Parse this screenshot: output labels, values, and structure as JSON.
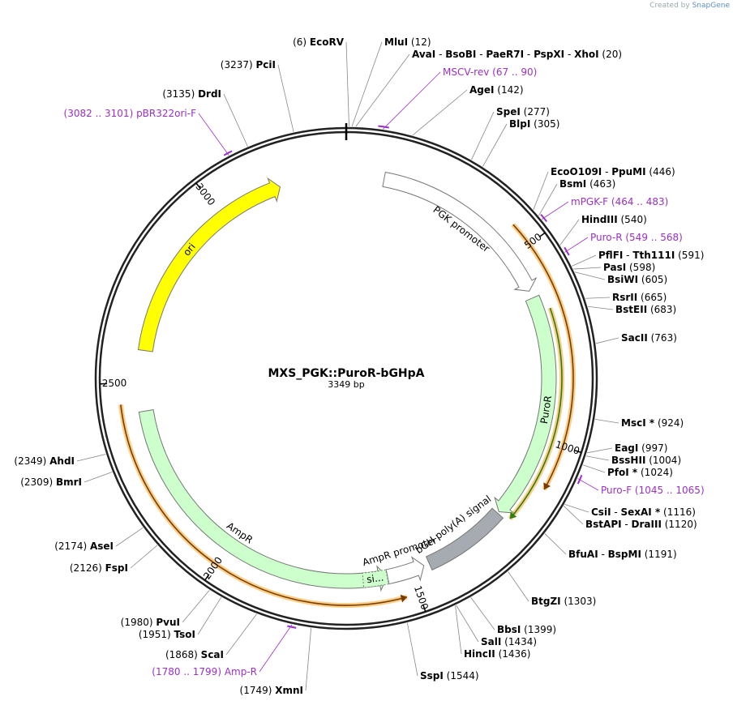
{
  "credit": {
    "prefix": "Created by",
    "brand": "SnapGene"
  },
  "plasmid": {
    "name": "MXS_PGK::PuroR-bGHpA",
    "length": 3349,
    "size_label": "3349 bp"
  },
  "ticks": [
    {
      "bp": 500,
      "label": "500"
    },
    {
      "bp": 1000,
      "label": "1000"
    },
    {
      "bp": 1500,
      "label": "1500"
    },
    {
      "bp": 2000,
      "label": "2000"
    },
    {
      "bp": 2500,
      "label": "2500"
    },
    {
      "bp": 3000,
      "label": "3000"
    }
  ],
  "features": [
    {
      "name": "PGK promoter",
      "start": 100,
      "end": 600,
      "direction": "forward",
      "color": "#ffffff",
      "label": "PGK promoter"
    },
    {
      "name": "PuroR",
      "start": 620,
      "end": 1220,
      "direction": "forward",
      "color": "#ccffcc",
      "label": "PuroR"
    },
    {
      "name": "bGH poly(A) signal",
      "start": 1225,
      "end": 1450,
      "direction": "none",
      "color": "#a5abb0",
      "label": "bGH poly(A) signal"
    },
    {
      "name": "AmpR promoter",
      "start": 1465,
      "end": 1565,
      "direction": "reverse",
      "color": "#ffffff",
      "label": "AmpR promoter"
    },
    {
      "name": "AmpR",
      "start": 1566,
      "end": 2426,
      "direction": "reverse",
      "color": "#ccffcc",
      "label": "AmpR"
    },
    {
      "name": "AmpR signal",
      "start": 1566,
      "end": 1630,
      "direction": "none",
      "color": "#ccffcc",
      "label": "si..."
    },
    {
      "name": "ori",
      "start": 2585,
      "end": 3172,
      "direction": "forward",
      "color": "#ffff00",
      "label": "ori"
    }
  ],
  "orfs": [
    {
      "start": 440,
      "end": 1110,
      "direction": "forward"
    },
    {
      "start": 660,
      "end": 1215,
      "direction": "forward"
    },
    {
      "start": 1530,
      "end": 2450,
      "direction": "reverse"
    }
  ],
  "primer_marks": [
    {
      "name": "MSCV-rev",
      "start": 67,
      "end": 90
    },
    {
      "name": "mPGK-F",
      "start": 464,
      "end": 483
    },
    {
      "name": "Puro-R",
      "start": 549,
      "end": 568
    },
    {
      "name": "Puro-F",
      "start": 1045,
      "end": 1065
    },
    {
      "name": "Amp-R",
      "start": 1780,
      "end": 1799
    },
    {
      "name": "pBR322ori-F",
      "start": 3082,
      "end": 3101
    }
  ],
  "labels": [
    {
      "type": "enzyme",
      "text": "EcoRV",
      "pos": "(6)",
      "bp": 6,
      "anchor": "end",
      "parts": [
        "EcoRV"
      ]
    },
    {
      "type": "enzyme",
      "text": "MluI",
      "pos": "(12)",
      "bp": 12,
      "anchor": "start",
      "parts": [
        "MluI"
      ]
    },
    {
      "type": "enzyme",
      "text": "AvaI - BsoBI - PaeR7I - PspXI - XhoI",
      "pos": "(20)",
      "bp": 20,
      "anchor": "start",
      "parts": [
        "AvaI",
        "BsoBI",
        "PaeR7I",
        "PspXI",
        "XhoI"
      ]
    },
    {
      "type": "primer",
      "text": "MSCV-rev",
      "pos": "(67 .. 90)",
      "bp": 78,
      "anchor": "start",
      "parts": [
        "MSCV-rev"
      ]
    },
    {
      "type": "enzyme",
      "text": "AgeI",
      "pos": "(142)",
      "bp": 142,
      "anchor": "start",
      "parts": [
        "AgeI"
      ]
    },
    {
      "type": "enzyme",
      "text": "SpeI",
      "pos": "(277)",
      "bp": 277,
      "anchor": "start",
      "parts": [
        "SpeI"
      ]
    },
    {
      "type": "enzyme",
      "text": "BlpI",
      "pos": "(305)",
      "bp": 305,
      "anchor": "start",
      "parts": [
        "BlpI"
      ]
    },
    {
      "type": "enzyme",
      "text": "EcoO109I - PpuMI",
      "pos": "(446)",
      "bp": 446,
      "anchor": "start",
      "parts": [
        "EcoO109I",
        "PpuMI"
      ]
    },
    {
      "type": "enzyme",
      "text": "BsmI",
      "pos": "(463)",
      "bp": 463,
      "anchor": "start",
      "parts": [
        "BsmI"
      ]
    },
    {
      "type": "primer",
      "text": "mPGK-F",
      "pos": "(464 .. 483)",
      "bp": 473,
      "anchor": "start",
      "parts": [
        "mPGK-F"
      ]
    },
    {
      "type": "enzyme",
      "text": "HindIII",
      "pos": "(540)",
      "bp": 540,
      "anchor": "start",
      "parts": [
        "HindIII"
      ]
    },
    {
      "type": "primer",
      "text": "Puro-R",
      "pos": "(549 .. 568)",
      "bp": 558,
      "anchor": "start",
      "parts": [
        "Puro-R"
      ]
    },
    {
      "type": "enzyme",
      "text": "PflFI - Tth111I",
      "pos": "(591)",
      "bp": 591,
      "anchor": "start",
      "parts": [
        "PflFI",
        "Tth111I"
      ]
    },
    {
      "type": "enzyme",
      "text": "PasI",
      "pos": "(598)",
      "bp": 598,
      "anchor": "start",
      "parts": [
        "PasI"
      ]
    },
    {
      "type": "enzyme",
      "text": "BsiWI",
      "pos": "(605)",
      "bp": 605,
      "anchor": "start",
      "parts": [
        "BsiWI"
      ]
    },
    {
      "type": "enzyme",
      "text": "RsrII",
      "pos": "(665)",
      "bp": 665,
      "anchor": "start",
      "parts": [
        "RsrII"
      ]
    },
    {
      "type": "enzyme",
      "text": "BstEII",
      "pos": "(683)",
      "bp": 683,
      "anchor": "start",
      "parts": [
        "BstEII"
      ]
    },
    {
      "type": "enzyme",
      "text": "SacII",
      "pos": "(763)",
      "bp": 763,
      "anchor": "start",
      "parts": [
        "SacII"
      ]
    },
    {
      "type": "enzyme",
      "text": "MscI *",
      "pos": "(924)",
      "bp": 924,
      "anchor": "start",
      "parts": [
        "MscI *"
      ]
    },
    {
      "type": "enzyme",
      "text": "EagI",
      "pos": "(997)",
      "bp": 997,
      "anchor": "start",
      "parts": [
        "EagI"
      ]
    },
    {
      "type": "enzyme",
      "text": "BssHII",
      "pos": "(1004)",
      "bp": 1004,
      "anchor": "start",
      "parts": [
        "BssHII"
      ]
    },
    {
      "type": "enzyme",
      "text": "PfoI *",
      "pos": "(1024)",
      "bp": 1024,
      "anchor": "start",
      "parts": [
        "PfoI *"
      ]
    },
    {
      "type": "primer",
      "text": "Puro-F",
      "pos": "(1045 .. 1065)",
      "bp": 1055,
      "anchor": "start",
      "parts": [
        "Puro-F"
      ]
    },
    {
      "type": "enzyme",
      "text": "CsiI - SexAI *",
      "pos": "(1116)",
      "bp": 1116,
      "anchor": "start",
      "parts": [
        "CsiI",
        "SexAI *"
      ]
    },
    {
      "type": "enzyme",
      "text": "BstAPI - DraIII",
      "pos": "(1120)",
      "bp": 1120,
      "anchor": "start",
      "parts": [
        "BstAPI",
        "DraIII"
      ]
    },
    {
      "type": "enzyme",
      "text": "BfuAI - BspMI",
      "pos": "(1191)",
      "bp": 1191,
      "anchor": "start",
      "parts": [
        "BfuAI",
        "BspMI"
      ]
    },
    {
      "type": "enzyme",
      "text": "BtgZI",
      "pos": "(1303)",
      "bp": 1303,
      "anchor": "start",
      "parts": [
        "BtgZI"
      ]
    },
    {
      "type": "enzyme",
      "text": "BbsI",
      "pos": "(1399)",
      "bp": 1399,
      "anchor": "start",
      "parts": [
        "BbsI"
      ]
    },
    {
      "type": "enzyme",
      "text": "SalI",
      "pos": "(1434)",
      "bp": 1434,
      "anchor": "start",
      "parts": [
        "SalI"
      ]
    },
    {
      "type": "enzyme",
      "text": "HincII",
      "pos": "(1436)",
      "bp": 1436,
      "anchor": "start",
      "parts": [
        "HincII"
      ]
    },
    {
      "type": "enzyme",
      "text": "SspI",
      "pos": "(1544)",
      "bp": 1544,
      "anchor": "start",
      "parts": [
        "SspI"
      ]
    },
    {
      "type": "enzyme",
      "text": "XmnI",
      "pos": "(1749)",
      "bp": 1749,
      "anchor": "end",
      "parts": [
        "XmnI"
      ]
    },
    {
      "type": "primer",
      "text": "Amp-R",
      "pos": "(1780 .. 1799)",
      "bp": 1790,
      "anchor": "end",
      "parts": [
        "Amp-R"
      ]
    },
    {
      "type": "enzyme",
      "text": "ScaI",
      "pos": "(1868)",
      "bp": 1868,
      "anchor": "end",
      "parts": [
        "ScaI"
      ]
    },
    {
      "type": "enzyme",
      "text": "TsoI",
      "pos": "(1951)",
      "bp": 1951,
      "anchor": "end",
      "parts": [
        "TsoI"
      ]
    },
    {
      "type": "enzyme",
      "text": "PvuI",
      "pos": "(1980)",
      "bp": 1980,
      "anchor": "end",
      "parts": [
        "PvuI"
      ]
    },
    {
      "type": "enzyme",
      "text": "FspI",
      "pos": "(2126)",
      "bp": 2126,
      "anchor": "end",
      "parts": [
        "FspI"
      ]
    },
    {
      "type": "enzyme",
      "text": "AseI",
      "pos": "(2174)",
      "bp": 2174,
      "anchor": "end",
      "parts": [
        "AseI"
      ]
    },
    {
      "type": "enzyme",
      "text": "BmrI",
      "pos": "(2309)",
      "bp": 2309,
      "anchor": "end",
      "parts": [
        "BmrI"
      ]
    },
    {
      "type": "enzyme",
      "text": "AhdI",
      "pos": "(2349)",
      "bp": 2349,
      "anchor": "end",
      "parts": [
        "AhdI"
      ]
    },
    {
      "type": "primer",
      "text": "pBR322ori-F",
      "pos": "(3082 .. 3101)",
      "bp": 3091,
      "anchor": "end",
      "parts": [
        "pBR322ori-F"
      ]
    },
    {
      "type": "enzyme",
      "text": "DrdI",
      "pos": "(3135)",
      "bp": 3135,
      "anchor": "end",
      "parts": [
        "DrdI"
      ]
    },
    {
      "type": "enzyme",
      "text": "PciI",
      "pos": "(3237)",
      "bp": 3237,
      "anchor": "end",
      "parts": [
        "PciI"
      ]
    }
  ],
  "colors": {
    "backbone": "#222222",
    "primer": "#9b30c8",
    "orf_fill": "#f5a623",
    "orf_dark": "#2e7d0e",
    "ori": "#ffff00"
  }
}
